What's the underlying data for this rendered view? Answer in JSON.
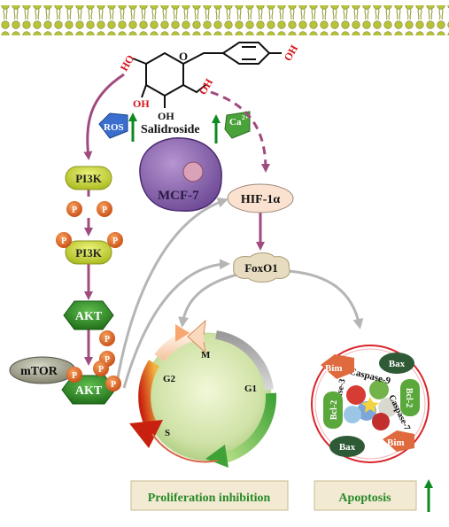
{
  "compound": {
    "name": "Salidroside",
    "hydroxyls": [
      "HO",
      "OH",
      "OH",
      "OH",
      "OH"
    ],
    "ring_oxygen": "O"
  },
  "inputs": {
    "ros": "ROS",
    "calcium": "Ca",
    "calcium_charge": "2+"
  },
  "cell_line": "MCF-7",
  "pathway": {
    "pi3k": "PI3K",
    "pi3k_phospho": "PI3K",
    "akt": "AKT",
    "akt_phospho": "AKT",
    "mtor": "mTOR",
    "phosphate": "P",
    "hif": "HIF-1α",
    "foxo": "FoxO1"
  },
  "cell_cycle": {
    "phases": [
      "M",
      "G1",
      "S",
      "G2"
    ]
  },
  "apoptosis_proteins": {
    "bim": "Bim",
    "bax": "Bax",
    "bcl2": "Bcl-2",
    "caspase9": "Caspase-9",
    "caspase3": "Caspase-3",
    "caspase7": "Caspase-7"
  },
  "outcomes": {
    "proliferation": "Proliferation inhibition",
    "apoptosis": "Apoptosis"
  },
  "colors": {
    "pathway_arrow": "#a04b7e",
    "gray_arrow": "#b5b5b5",
    "up_arrow": "#0f8a20",
    "node_green": "#2e8a26",
    "node_yellow": "#c9d93a",
    "phosphate": "#e2662a",
    "outcome_text": "#2a8a2a",
    "outcome_box": "#f2ead2",
    "red_ring": "#d9262b"
  }
}
